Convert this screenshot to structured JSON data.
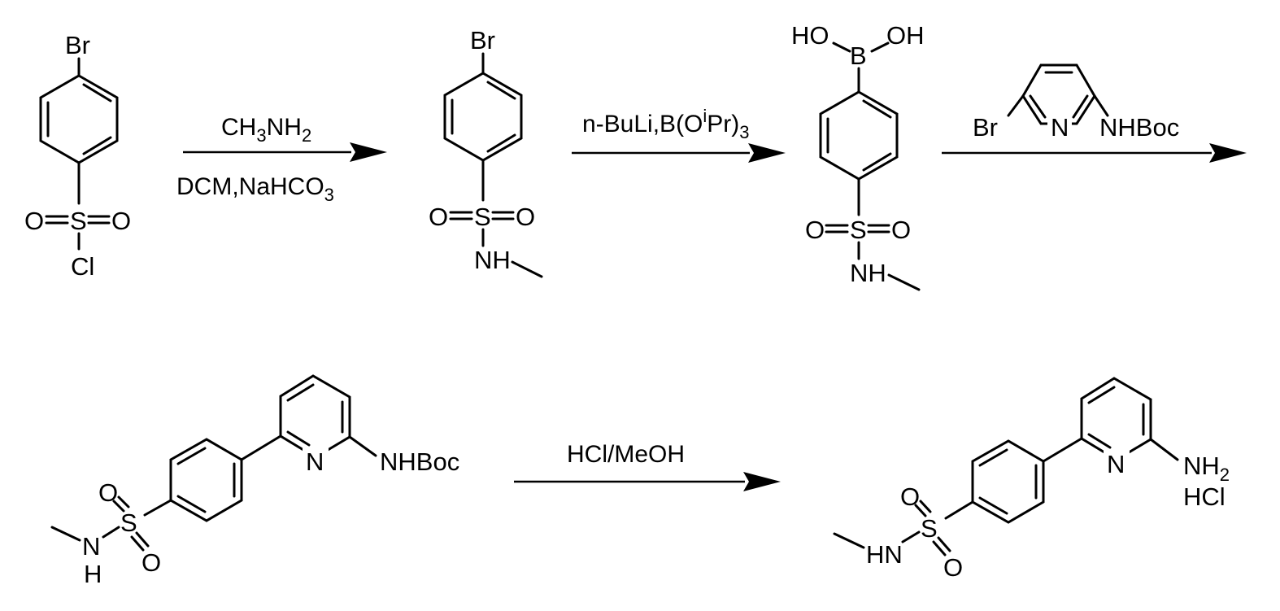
{
  "atoms": {
    "br": "Br",
    "s": "S",
    "o": "O",
    "cl": "Cl",
    "n": "N",
    "nh": "NH",
    "hn": "HN",
    "h": "H",
    "ho": "HO",
    "oh": "OH",
    "b": "B",
    "nhboc": "NHBoc",
    "nh2_main": "NH",
    "nh2_sub": "2",
    "hcl": "HCl"
  },
  "reagents": {
    "step1": {
      "top": {
        "p1": "CH",
        "p2": "3",
        "p3": "NH",
        "p4": "2"
      },
      "bottom": {
        "p1": "DCM,NaHCO",
        "p2": "3"
      }
    },
    "step2": {
      "p1": "n-BuLi,B(O",
      "p2": "i",
      "p3": "Pr)",
      "p4": "3"
    },
    "step3": {
      "left": "Br",
      "n": "N",
      "right": "NHBoc"
    },
    "step4": "HCl/MeOH"
  }
}
